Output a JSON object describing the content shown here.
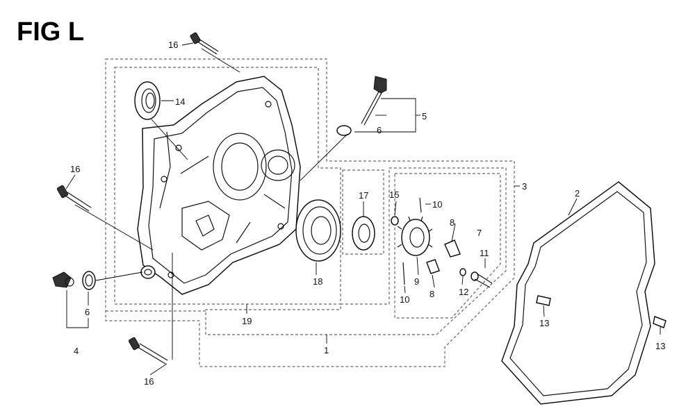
{
  "figure": {
    "title": "FIG L"
  },
  "callouts": {
    "p1": "1",
    "p2": "2",
    "p3": "3",
    "p4": "4",
    "p5": "5",
    "p6a": "6",
    "p6b": "6",
    "p7": "7",
    "p8a": "8",
    "p8b": "8",
    "p9": "9",
    "p10a": "10",
    "p10b": "10",
    "p11": "11",
    "p12": "12",
    "p13a": "13",
    "p13b": "13",
    "p14": "14",
    "p15": "15",
    "p16a": "16",
    "p16b": "16",
    "p16c": "16",
    "p17": "17",
    "p18": "18",
    "p19": "19"
  }
}
